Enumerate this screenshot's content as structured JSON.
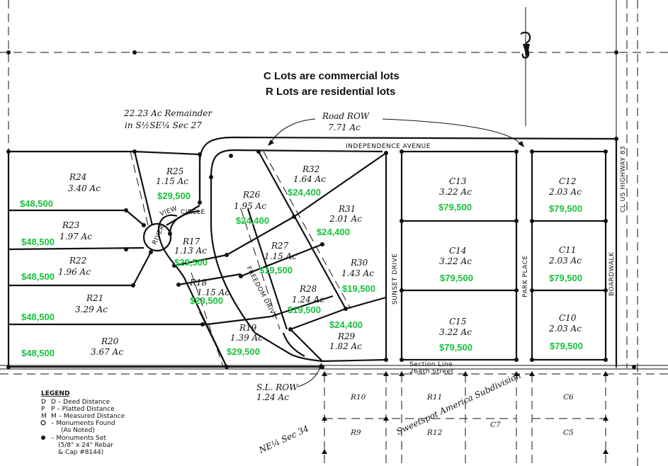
{
  "notes": {
    "line1": "C Lots are commercial lots",
    "line2": "R Lots are residential lots"
  },
  "annotations": {
    "remainder_1": "22.23 Ac Remainder",
    "remainder_2": "in S½SE¼ Sec 27",
    "road_row_1": "Road ROW",
    "road_row_2": "7.71 Ac",
    "sl_row_1": "S.L. ROW",
    "sl_row_2": "1.24 Ac",
    "ne_sec": "NE¼ Sec 34",
    "section_line_1": "Section Line",
    "section_line_2": "264th Street",
    "subdivision": "Sweetspot America Subdivision",
    "highway": "CL US HIGHWAY 83"
  },
  "roads": {
    "independence": "INDEPENDENCE AVENUE",
    "river_view": "RIVER VIEW CIRCLE",
    "freedom": "FREEDOM DRIVE",
    "sunset": "SUNSET DRIVE",
    "park": "PARK PLACE",
    "boardwalk": "BOARDWALK"
  },
  "lots": [
    {
      "id": "R24",
      "acres": "3.40 Ac",
      "price": "$48,500"
    },
    {
      "id": "R23",
      "acres": "1.97 Ac",
      "price": "$48,500"
    },
    {
      "id": "R22",
      "acres": "1.96 Ac",
      "price": "$48,500"
    },
    {
      "id": "R21",
      "acres": "3.29 Ac",
      "price": "$48,500"
    },
    {
      "id": "R20",
      "acres": "3.67 Ac",
      "price": "$48,500"
    },
    {
      "id": "R25",
      "acres": "1.15 Ac",
      "price": "$29,500"
    },
    {
      "id": "R17",
      "acres": "1.13 Ac",
      "price": "$29,500"
    },
    {
      "id": "R18",
      "acres": "1.15 Ac",
      "price": "$29,500"
    },
    {
      "id": "R19",
      "acres": "1.39 Ac",
      "price": "$29,500"
    },
    {
      "id": "R26",
      "acres": "1.95 Ac",
      "price": "$24,400"
    },
    {
      "id": "R32",
      "acres": "1.64 Ac",
      "price": "$24,400"
    },
    {
      "id": "R31",
      "acres": "2.01 Ac",
      "price": "$24,400"
    },
    {
      "id": "R27",
      "acres": "1.15 Ac",
      "price": "$19,500"
    },
    {
      "id": "R30",
      "acres": "1.43 Ac",
      "price": "$19,500"
    },
    {
      "id": "R28",
      "acres": "1.24 Ac",
      "price": "$19,500"
    },
    {
      "id": "R29",
      "acres": "1.82 Ac",
      "price": "$24,400"
    },
    {
      "id": "C13",
      "acres": "3.22 Ac",
      "price": "$79,500"
    },
    {
      "id": "C14",
      "acres": "3.22 Ac",
      "price": "$79,500"
    },
    {
      "id": "C15",
      "acres": "3.22 Ac",
      "price": "$79,500"
    },
    {
      "id": "C12",
      "acres": "2.03 Ac",
      "price": "$79,500"
    },
    {
      "id": "C11",
      "acres": "2.03 Ac",
      "price": "$79,500"
    },
    {
      "id": "C10",
      "acres": "2.03 Ac",
      "price": "$79,500"
    }
  ],
  "south_lots": [
    "R10",
    "R11",
    "C6",
    "R9",
    "R12",
    "C7",
    "C5"
  ],
  "legend": {
    "title": "LEGEND",
    "items": [
      "D  –  Deed Distance",
      "P  –  Platted Distance",
      "M  –  Measured Distance",
      "–  Monuments Found",
      "(As Noted)",
      "–  Monuments Set",
      "(5/8\" x 24\" Rebar",
      "& Cap #8144)"
    ]
  }
}
